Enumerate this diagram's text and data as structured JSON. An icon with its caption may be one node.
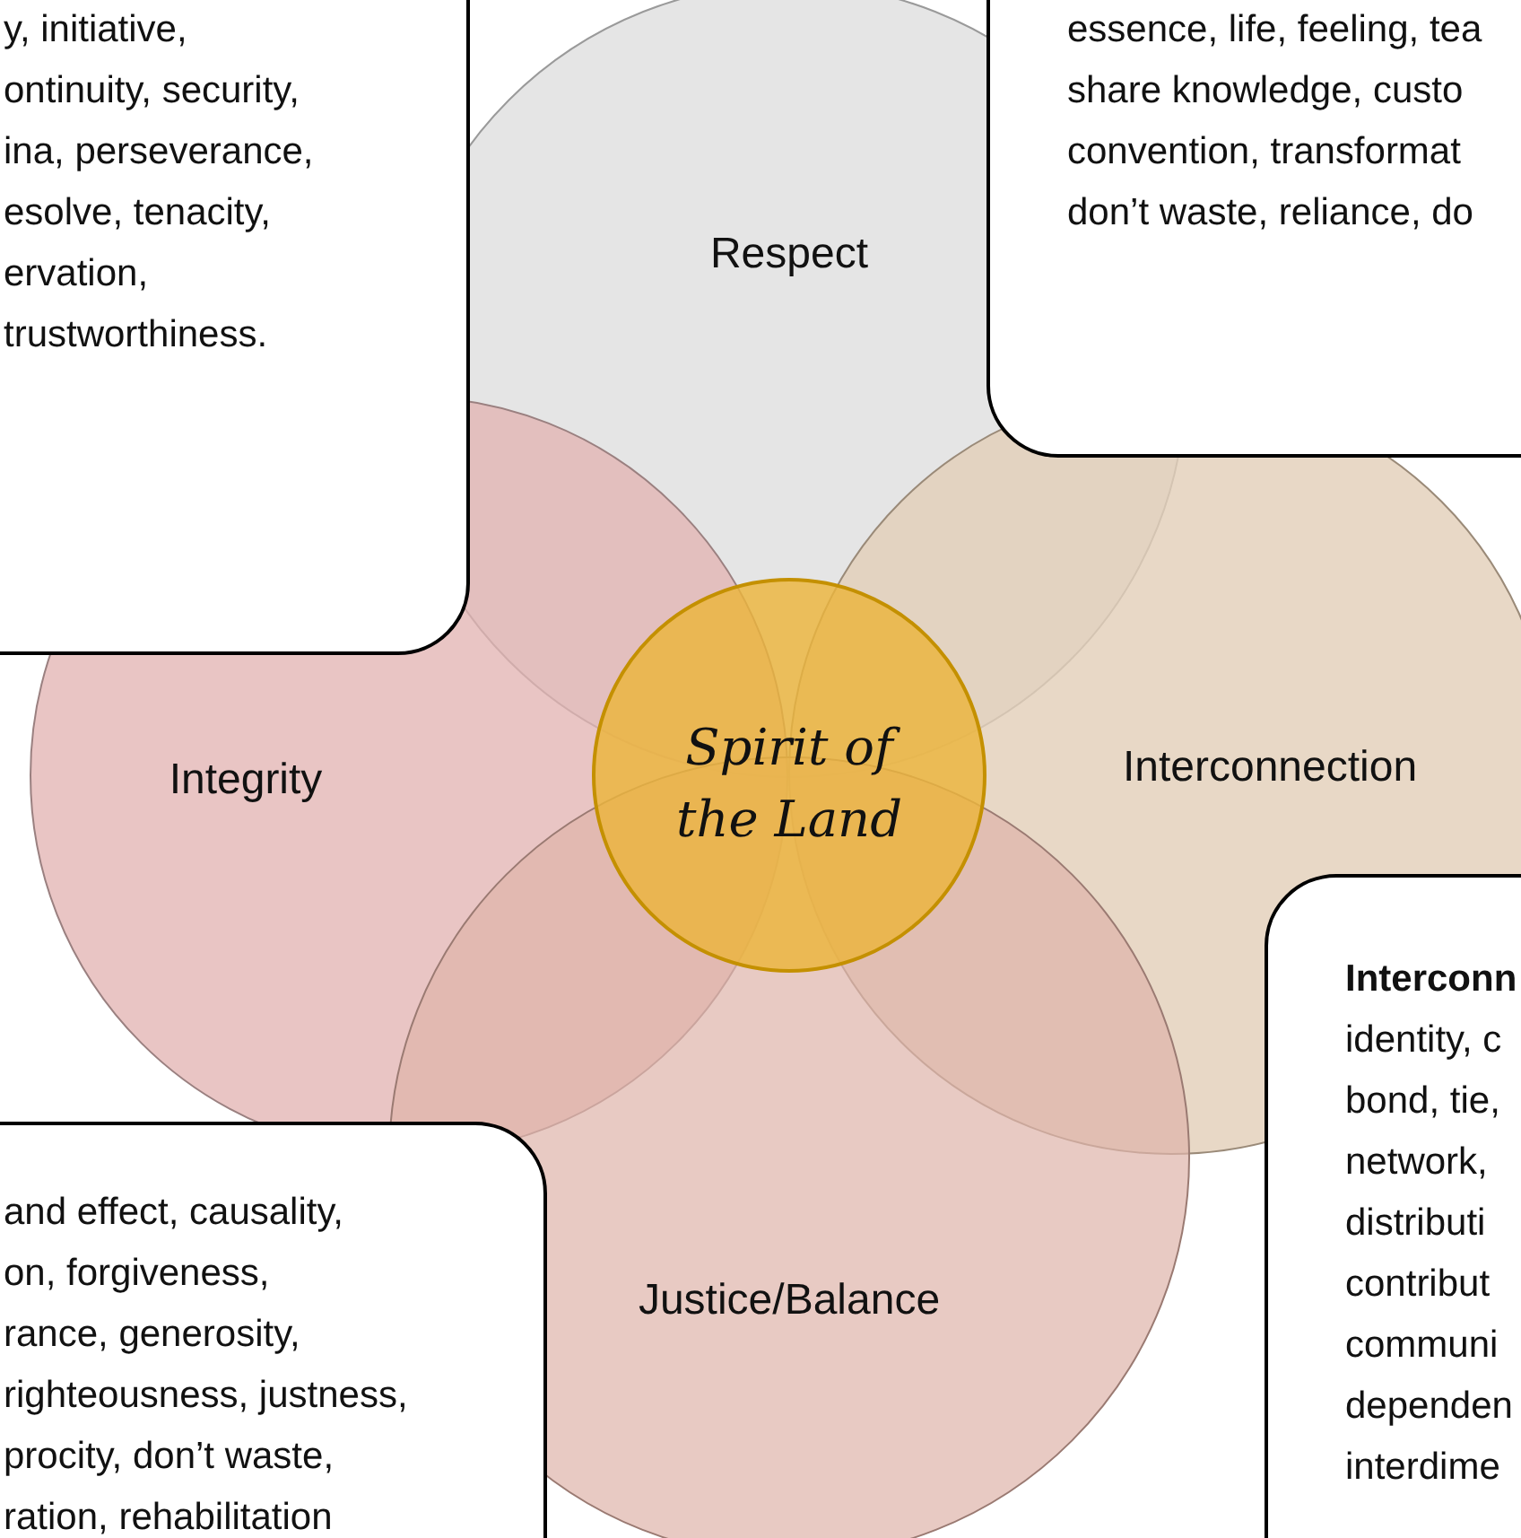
{
  "diagram": {
    "nodes": [
      {
        "text": [
          "y, initiative,",
          "ontinuity, security,",
          "ina, perseverance,",
          "esolve, tenacity,",
          "ervation,",
          "trustworthiness."
        ]
      },
      {
        "text": [
          "essence, life, feeling, tea",
          "share knowledge, custo",
          "convention, transformat",
          "don’t waste, reliance, do"
        ]
      },
      {
        "text": [
          "Respect"
        ]
      },
      {
        "text": [
          "Integrity"
        ]
      },
      {
        "text": [
          "Spirit of the Land"
        ]
      },
      {
        "text": [
          "Interconnection"
        ]
      },
      {
        "text": [
          "Interconn",
          "identity, c",
          "bond, tie,",
          "network,",
          "distributi",
          "contribut",
          "communi",
          "dependen",
          "interdime"
        ]
      },
      {
        "text": [
          "Justice/Balance"
        ]
      },
      {
        "text": [
          "and effect, causality,",
          "on, forgiveness,",
          "rance, generosity,",
          "righteousness, justness,",
          "procity, don’t waste,",
          "ration, rehabilitation"
        ]
      }
    ]
  }
}
